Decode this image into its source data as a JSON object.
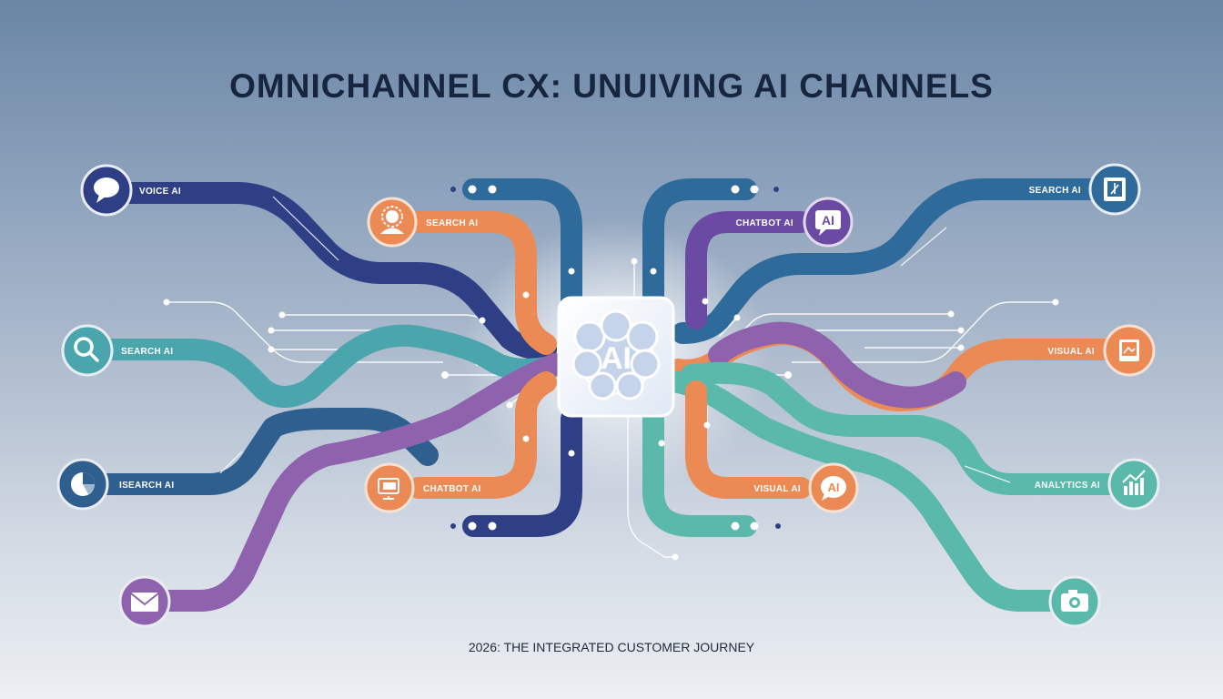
{
  "title": "OMNICHANNEL CX: UNUIVING AI CHANNELS",
  "subtitle": "2026: THE INTEGRATED CUSTOMER JOURNEY",
  "hub": {
    "label": "AI",
    "icon": "brain-icon"
  },
  "channels": {
    "voice_ai": {
      "label": "VOICE AI",
      "icon": "chat-bubble-icon",
      "color": "#2f3f86"
    },
    "search_ai_inner": {
      "label": "SEARCH AI",
      "icon": "settings-user-icon",
      "color": "#ec8a55"
    },
    "search_ai_left": {
      "label": "SEARCH AI",
      "icon": "magnifier-icon",
      "color": "#4aa5ad"
    },
    "isearch_ai": {
      "label": "ISEARCH AI",
      "icon": "pie-chart-icon",
      "color": "#2f5f8f"
    },
    "chatbot_ai_inner": {
      "label": "CHATBOT AI",
      "icon": "monitor-chat-icon",
      "color": "#ec8a55"
    },
    "mail": {
      "label": "",
      "icon": "envelope-icon",
      "color": "#8f62ad"
    },
    "search_ai_right": {
      "label": "SEARCH AI",
      "icon": "tablet-icon",
      "color": "#2f6b9a"
    },
    "chatbot_ai_right": {
      "label": "CHATBOT AI",
      "icon": "ai-speech-icon",
      "color": "#6a4aa2",
      "badge": "AI"
    },
    "visual_ai_right": {
      "label": "VISUAL AI",
      "icon": "image-tablet-icon",
      "color": "#ec8a55"
    },
    "visual_ai_inner": {
      "label": "VISUAL AI",
      "icon": "ai-speech-icon",
      "color": "#ec8a55",
      "badge": "AI"
    },
    "analytics_ai": {
      "label": "ANALYTICS AI",
      "icon": "bar-chart-icon",
      "color": "#5ab9ab"
    },
    "camera": {
      "label": "",
      "icon": "camera-icon",
      "color": "#5ab9ab"
    }
  },
  "colors": {
    "navy": "#2f3f86",
    "blue": "#2f6b9a",
    "teal": "#4aa5ad",
    "mint": "#5ab9ab",
    "purple": "#8f62ad",
    "violet": "#6a4aa2",
    "orange": "#ec8a55"
  }
}
